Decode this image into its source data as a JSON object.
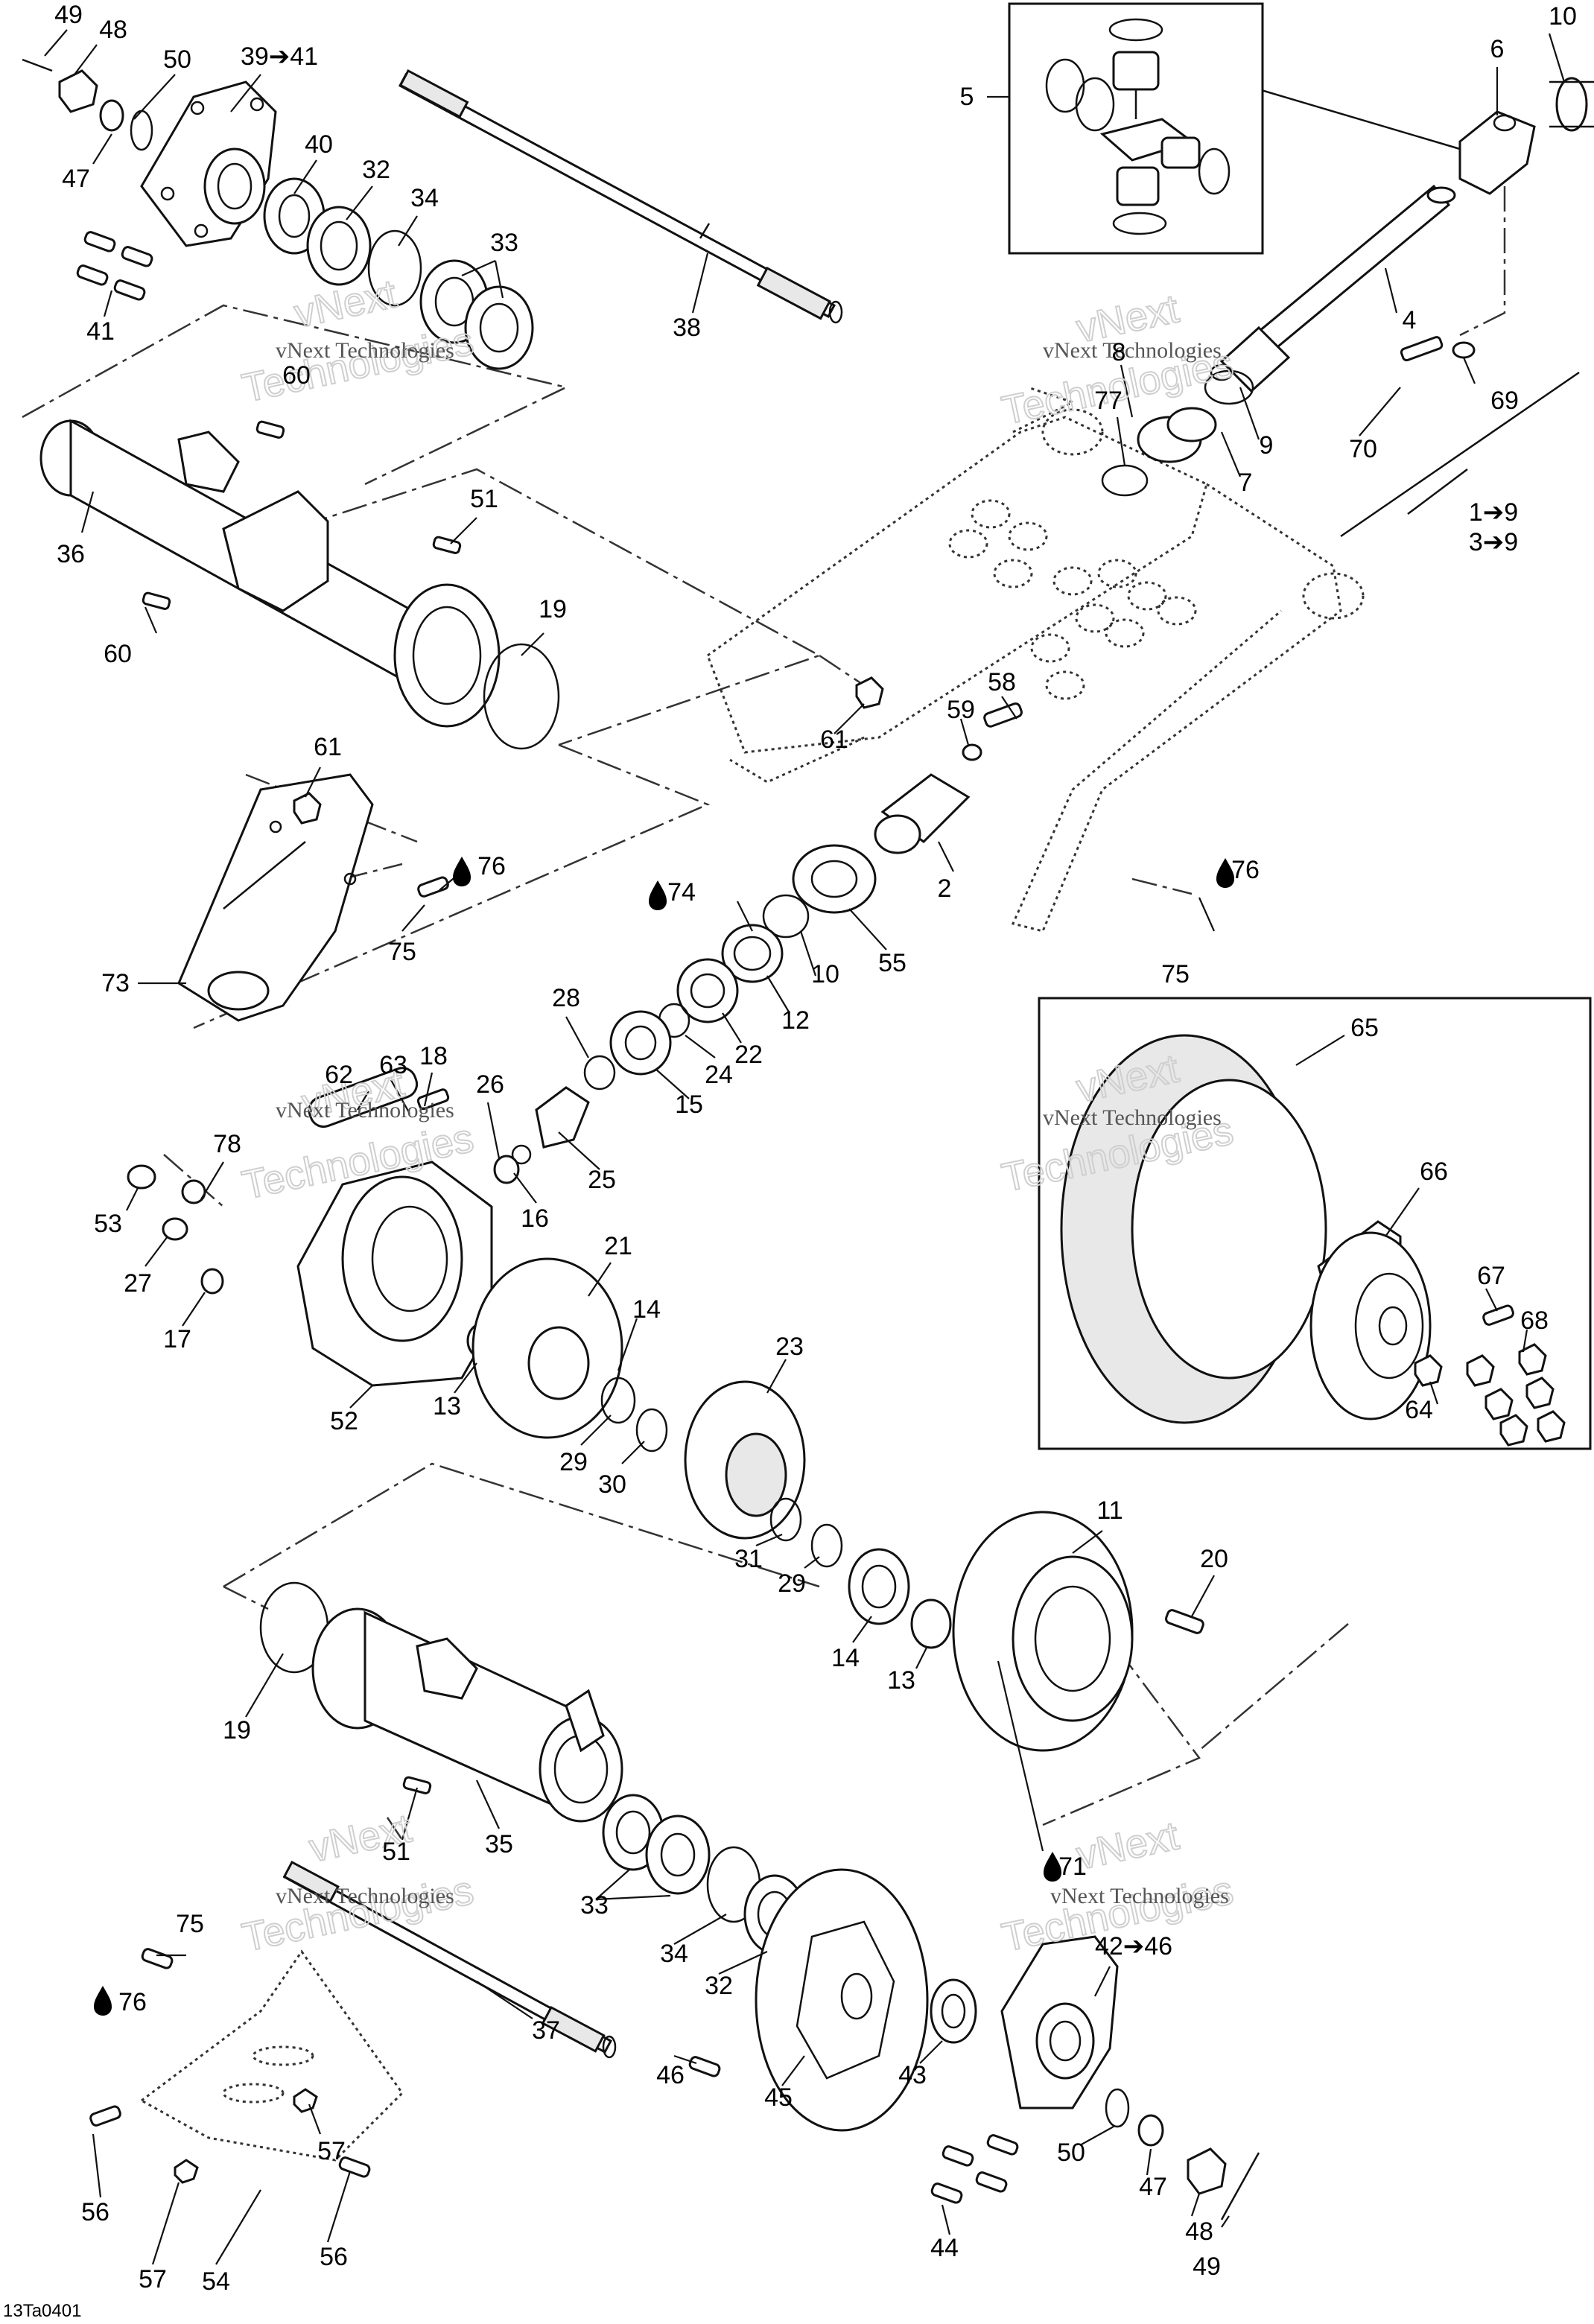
{
  "diagram_code": "13Ta0401",
  "watermark": {
    "line1": "vNext Technologies",
    "line2": "vNext",
    "line3": "Technologies"
  },
  "callouts": [
    {
      "id": "c49a",
      "text": "49"
    },
    {
      "id": "c48a",
      "text": "48"
    },
    {
      "id": "c50a",
      "text": "50"
    },
    {
      "id": "c3941",
      "text": "39➔41"
    },
    {
      "id": "c47a",
      "text": "47"
    },
    {
      "id": "c40",
      "text": "40"
    },
    {
      "id": "c32a",
      "text": "32"
    },
    {
      "id": "c34a",
      "text": "34"
    },
    {
      "id": "c33a",
      "text": "33"
    },
    {
      "id": "c41",
      "text": "41"
    },
    {
      "id": "c38",
      "text": "38"
    },
    {
      "id": "c60a",
      "text": "60"
    },
    {
      "id": "c36",
      "text": "36"
    },
    {
      "id": "c60b",
      "text": "60"
    },
    {
      "id": "c51a",
      "text": "51"
    },
    {
      "id": "c19a",
      "text": "19"
    },
    {
      "id": "c61a",
      "text": "61"
    },
    {
      "id": "c76a",
      "text": "76"
    },
    {
      "id": "c75a",
      "text": "75"
    },
    {
      "id": "c73",
      "text": "73"
    },
    {
      "id": "c5",
      "text": "5"
    },
    {
      "id": "c6",
      "text": "6"
    },
    {
      "id": "c10a",
      "text": "10"
    },
    {
      "id": "c4",
      "text": "4"
    },
    {
      "id": "c8",
      "text": "8"
    },
    {
      "id": "c77",
      "text": "77"
    },
    {
      "id": "c9",
      "text": "9"
    },
    {
      "id": "c7",
      "text": "7"
    },
    {
      "id": "c69",
      "text": "69"
    },
    {
      "id": "c70",
      "text": "70"
    },
    {
      "id": "c19r",
      "text": "1➔9"
    },
    {
      "id": "c39r",
      "text": "3➔9"
    },
    {
      "id": "c61b",
      "text": "61"
    },
    {
      "id": "c58",
      "text": "58"
    },
    {
      "id": "c59",
      "text": "59"
    },
    {
      "id": "c2",
      "text": "2"
    },
    {
      "id": "c76b",
      "text": "76"
    },
    {
      "id": "c75b",
      "text": "75"
    },
    {
      "id": "c74",
      "text": "74"
    },
    {
      "id": "c10b",
      "text": "10"
    },
    {
      "id": "c55",
      "text": "55"
    },
    {
      "id": "c12",
      "text": "12"
    },
    {
      "id": "c22",
      "text": "22"
    },
    {
      "id": "c24",
      "text": "24"
    },
    {
      "id": "c28",
      "text": "28"
    },
    {
      "id": "c15",
      "text": "15"
    },
    {
      "id": "c62",
      "text": "62"
    },
    {
      "id": "c63",
      "text": "63"
    },
    {
      "id": "c18",
      "text": "18"
    },
    {
      "id": "c26",
      "text": "26"
    },
    {
      "id": "c25",
      "text": "25"
    },
    {
      "id": "c78",
      "text": "78"
    },
    {
      "id": "c53",
      "text": "53"
    },
    {
      "id": "c16",
      "text": "16"
    },
    {
      "id": "c27",
      "text": "27"
    },
    {
      "id": "c17",
      "text": "17"
    },
    {
      "id": "c21",
      "text": "21"
    },
    {
      "id": "c14a",
      "text": "14"
    },
    {
      "id": "c13a",
      "text": "13"
    },
    {
      "id": "c52",
      "text": "52"
    },
    {
      "id": "c23",
      "text": "23"
    },
    {
      "id": "c29a",
      "text": "29"
    },
    {
      "id": "c30",
      "text": "30"
    },
    {
      "id": "c31",
      "text": "31"
    },
    {
      "id": "c29b",
      "text": "29"
    },
    {
      "id": "c14b",
      "text": "14"
    },
    {
      "id": "c13b",
      "text": "13"
    },
    {
      "id": "c11",
      "text": "11"
    },
    {
      "id": "c20",
      "text": "20"
    },
    {
      "id": "c65",
      "text": "65"
    },
    {
      "id": "c66",
      "text": "66"
    },
    {
      "id": "c67",
      "text": "67"
    },
    {
      "id": "c68",
      "text": "68"
    },
    {
      "id": "c64",
      "text": "64"
    },
    {
      "id": "c19b",
      "text": "19"
    },
    {
      "id": "c51b",
      "text": "51"
    },
    {
      "id": "c35",
      "text": "35"
    },
    {
      "id": "c33b",
      "text": "33"
    },
    {
      "id": "c34b",
      "text": "34"
    },
    {
      "id": "c32b",
      "text": "32"
    },
    {
      "id": "c71",
      "text": "71"
    },
    {
      "id": "c4246",
      "text": "42➔46"
    },
    {
      "id": "c75c",
      "text": "75"
    },
    {
      "id": "c76c",
      "text": "76"
    },
    {
      "id": "c37",
      "text": "37"
    },
    {
      "id": "c46",
      "text": "46"
    },
    {
      "id": "c45",
      "text": "45"
    },
    {
      "id": "c43",
      "text": "43"
    },
    {
      "id": "c57a",
      "text": "57"
    },
    {
      "id": "c56a",
      "text": "56"
    },
    {
      "id": "c50b",
      "text": "50"
    },
    {
      "id": "c47b",
      "text": "47"
    },
    {
      "id": "c48b",
      "text": "48"
    },
    {
      "id": "c49b",
      "text": "49"
    },
    {
      "id": "c44",
      "text": "44"
    },
    {
      "id": "c57b",
      "text": "57"
    },
    {
      "id": "c54",
      "text": "54"
    },
    {
      "id": "c56b",
      "text": "56"
    }
  ]
}
